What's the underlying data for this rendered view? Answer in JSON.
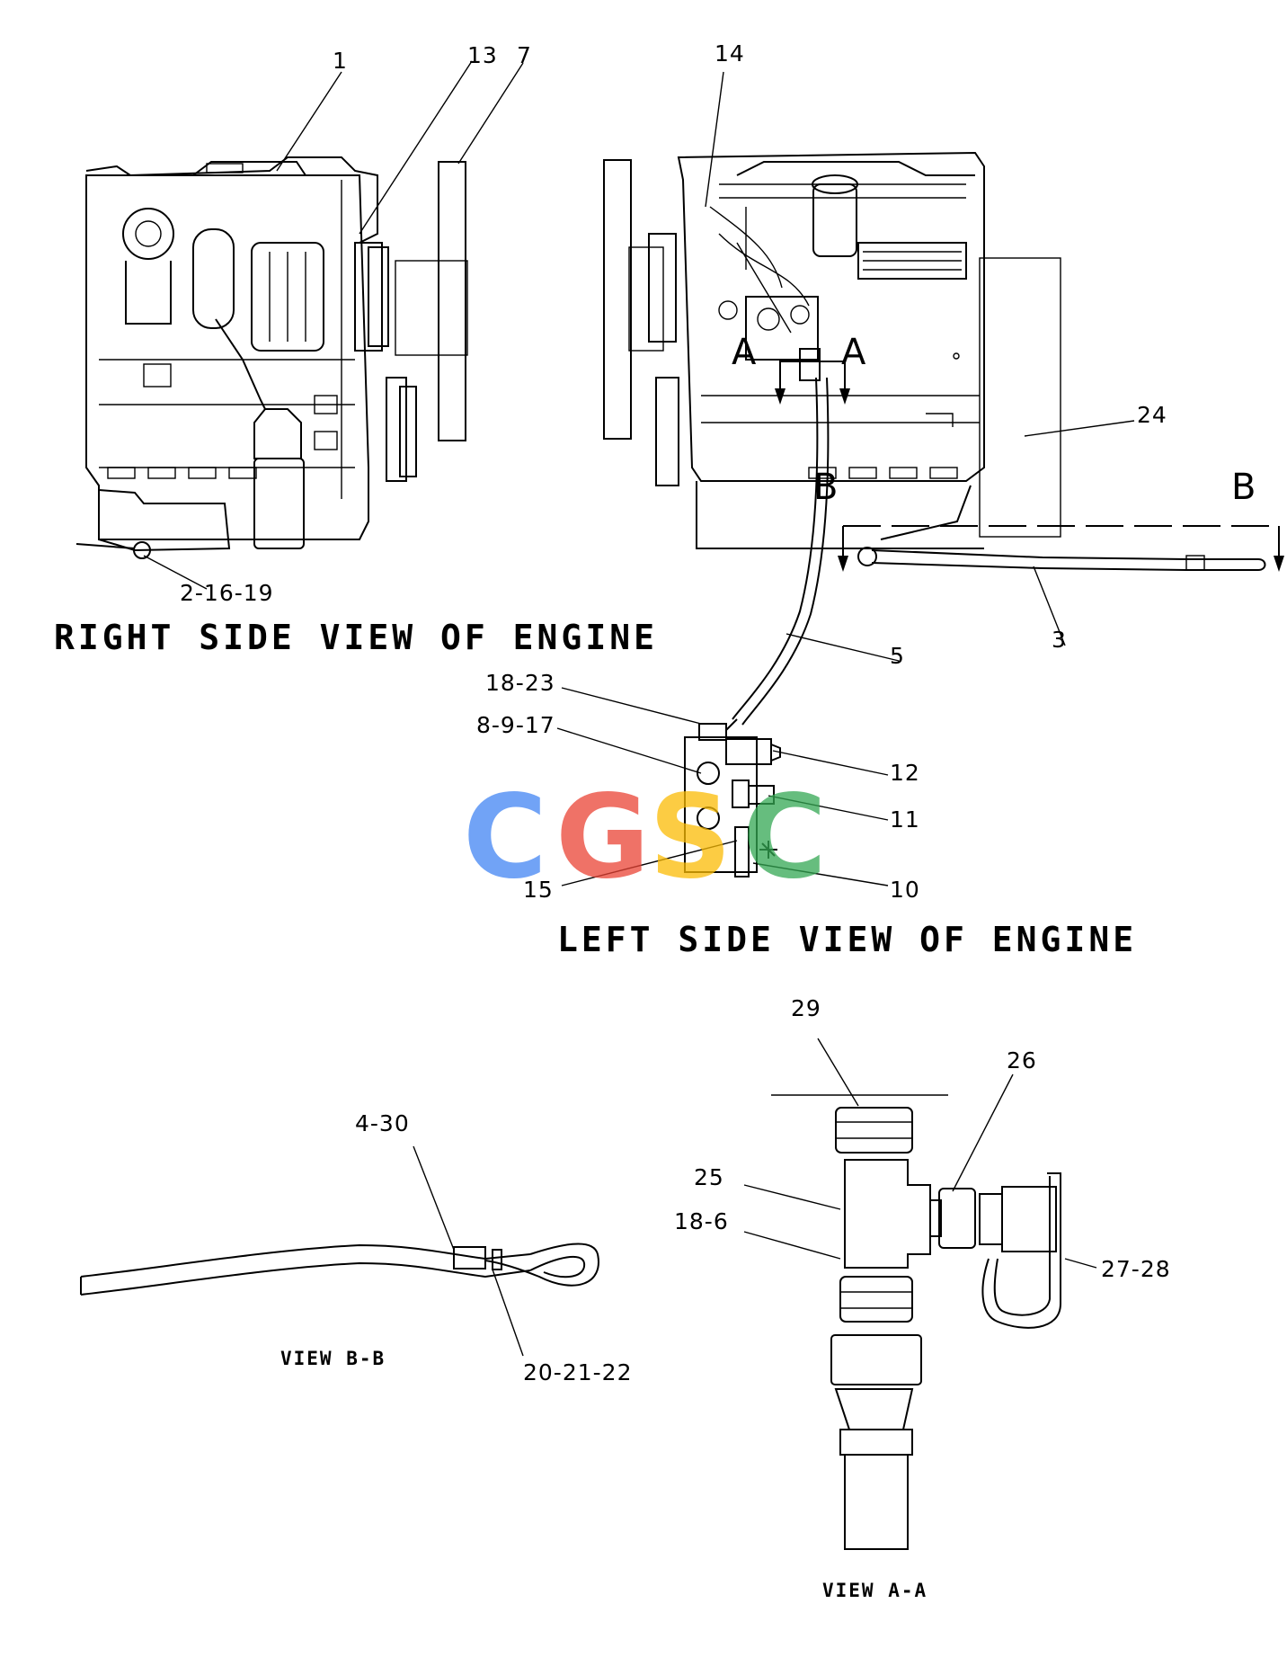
{
  "titles": {
    "right_view": "RIGHT SIDE VIEW OF ENGINE",
    "left_view": "LEFT SIDE VIEW OF ENGINE",
    "view_bb": "VIEW B-B",
    "view_aa": "VIEW A-A"
  },
  "section_markers": {
    "a_left": "A",
    "a_right": "A",
    "b_left": "B",
    "b_right": "B"
  },
  "callouts": {
    "c1": "1",
    "c13": "13",
    "c7": "7",
    "c14": "14",
    "c24": "24",
    "c2_16_19": "2-16-19",
    "c3": "3",
    "c5": "5",
    "c18_23": "18-23",
    "c8_9_17": "8-9-17",
    "c12": "12",
    "c11": "11",
    "c10": "10",
    "c15": "15",
    "c29": "29",
    "c26": "26",
    "c25": "25",
    "c18_6": "18-6",
    "c27_28": "27-28",
    "c4_30": "4-30",
    "c20_21_22": "20-21-22"
  },
  "watermark": {
    "letters": [
      "C",
      "G",
      "S",
      "C"
    ],
    "colors": [
      "#4285F4",
      "#EA4335",
      "#FBBC05",
      "#34A853"
    ]
  }
}
